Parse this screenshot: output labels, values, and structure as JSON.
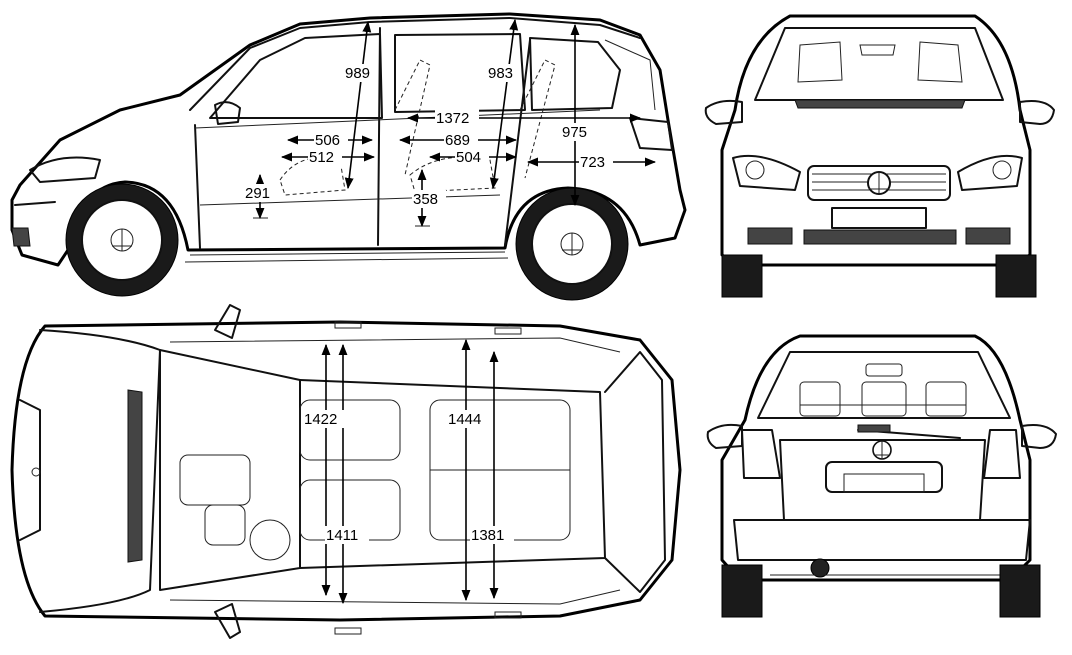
{
  "views": {
    "side": "side-view",
    "front": "front-view",
    "top": "top-view",
    "rear": "rear-view"
  },
  "dimensions": {
    "side_headroom_front": "989",
    "side_headroom_rear": "983",
    "side_interior_length": "1372",
    "side_rear_height": "975",
    "side_front_seat_depth": "506",
    "side_front_cushion": "512",
    "side_rear_legroom": "689",
    "side_rear_cushion": "504",
    "side_cargo_length": "723",
    "side_front_seat_height": "291",
    "side_rear_seat_height": "358",
    "top_front_shoulder": "1422",
    "top_rear_shoulder": "1444",
    "top_front_hip": "1411",
    "top_rear_hip": "1381"
  }
}
